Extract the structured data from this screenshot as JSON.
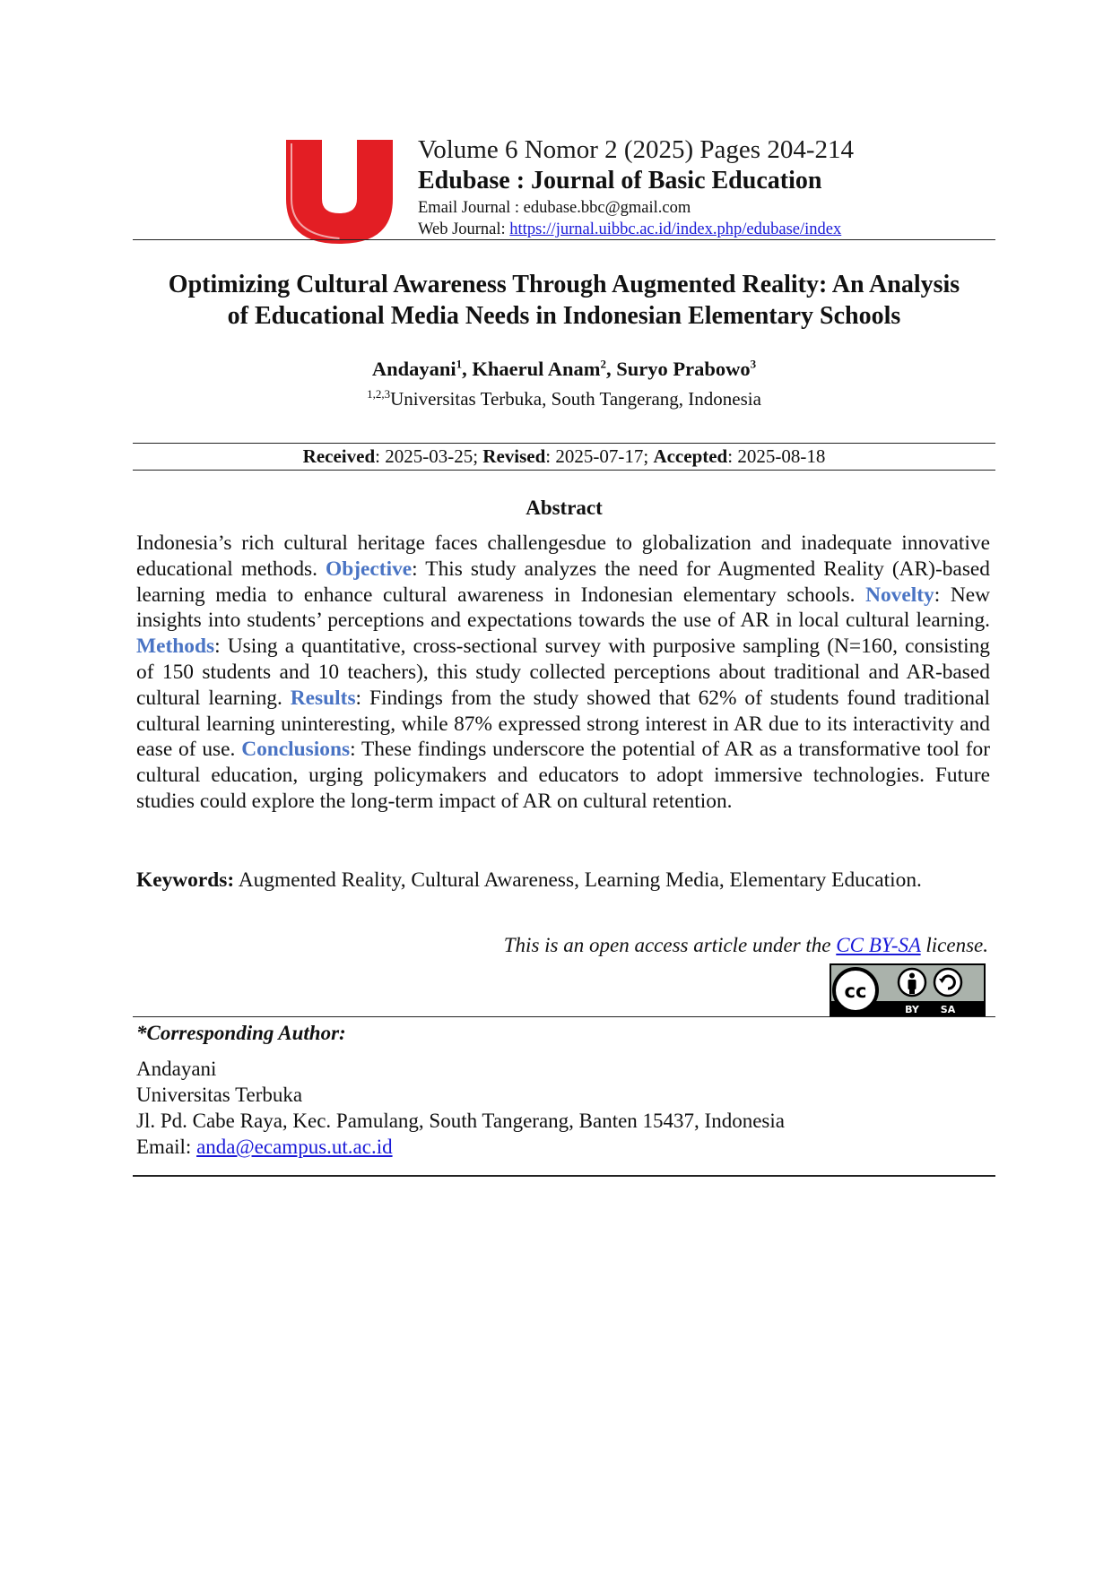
{
  "journal": {
    "volume_line": "Volume 6 Nomor 2 (2025) Pages 204-214",
    "name": "Edubase : Journal of Basic Education",
    "email_label": "Email Journal : ",
    "email": "edubase.bbc@gmail.com",
    "web_label": "Web Journal: ",
    "web_url": "https://jurnal.uibbc.ac.id/index.php/edubase/index",
    "brand_color": "#e31e24"
  },
  "article": {
    "title_line1": "Optimizing Cultural Awareness Through Augmented Reality: An Analysis",
    "title_line2": "of Educational Media Needs in Indonesian Elementary Schools",
    "authors": [
      {
        "name": "Andayani",
        "sup": "1"
      },
      {
        "name": "Khaerul Anam",
        "sup": "2"
      },
      {
        "name": "Suryo Prabowo",
        "sup": "3"
      }
    ],
    "affiliation_sup": "1,2,3",
    "affiliation": "Universitas Terbuka, South Tangerang, Indonesia"
  },
  "dates": {
    "received_label": "Received",
    "received": ": 2025-03-25; ",
    "revised_label": "Revised",
    "revised": ": 2025-07-17; ",
    "accepted_label": "Accepted",
    "accepted": ": 2025-08-18"
  },
  "abstract": {
    "heading": "Abstract",
    "intro": "Indonesia’s rich cultural heritage faces challengesdue to globalization and inadequate innovative educational methods. ",
    "objective_label": "Objective",
    "objective": ": This study analyzes the need for Augmented Reality (AR)-based learning media to enhance cultural awareness in Indonesian elementary schools. ",
    "novelty_label": "Novelty",
    "novelty": ": New insights into students’ perceptions and expectations towards the use of AR in local cultural learning. ",
    "methods_label": "Methods",
    "methods": ": Using a quantitative, cross-sectional survey with purposive sampling (N=160, consisting of 150 students and 10 teachers), this study collected perceptions about traditional and AR-based cultural learning. ",
    "results_label": "Results",
    "results": ": Findings from the study showed that 62% of students found traditional cultural learning uninteresting, while 87% expressed strong interest in AR due to its interactivity and ease of use. ",
    "conclusions_label": "Conclusions",
    "conclusions": ": These findings underscore the potential of AR as a transformative tool for cultural education, urging policymakers and educators to adopt immersive technologies. Future studies could explore the long-term impact of AR on cultural retention.",
    "label_color": "#4a74c4"
  },
  "keywords": {
    "label": "Keywords:",
    "text": " Augmented Reality, Cultural Awareness, Learning Media, Elementary Education."
  },
  "license": {
    "prefix": "This is an open access article under the ",
    "link": "CC BY-SA",
    "suffix": " license.",
    "badge_by": "BY",
    "badge_sa": "SA"
  },
  "corresponding": {
    "heading": "*Corresponding Author:",
    "name": "Andayani",
    "institution": "Universitas Terbuka",
    "address": "Jl. Pd. Cabe Raya, Kec. Pamulang, South Tangerang, Banten 15437, Indonesia",
    "email_label": "Email: ",
    "email": "anda@ecampus.ut.ac.id"
  }
}
